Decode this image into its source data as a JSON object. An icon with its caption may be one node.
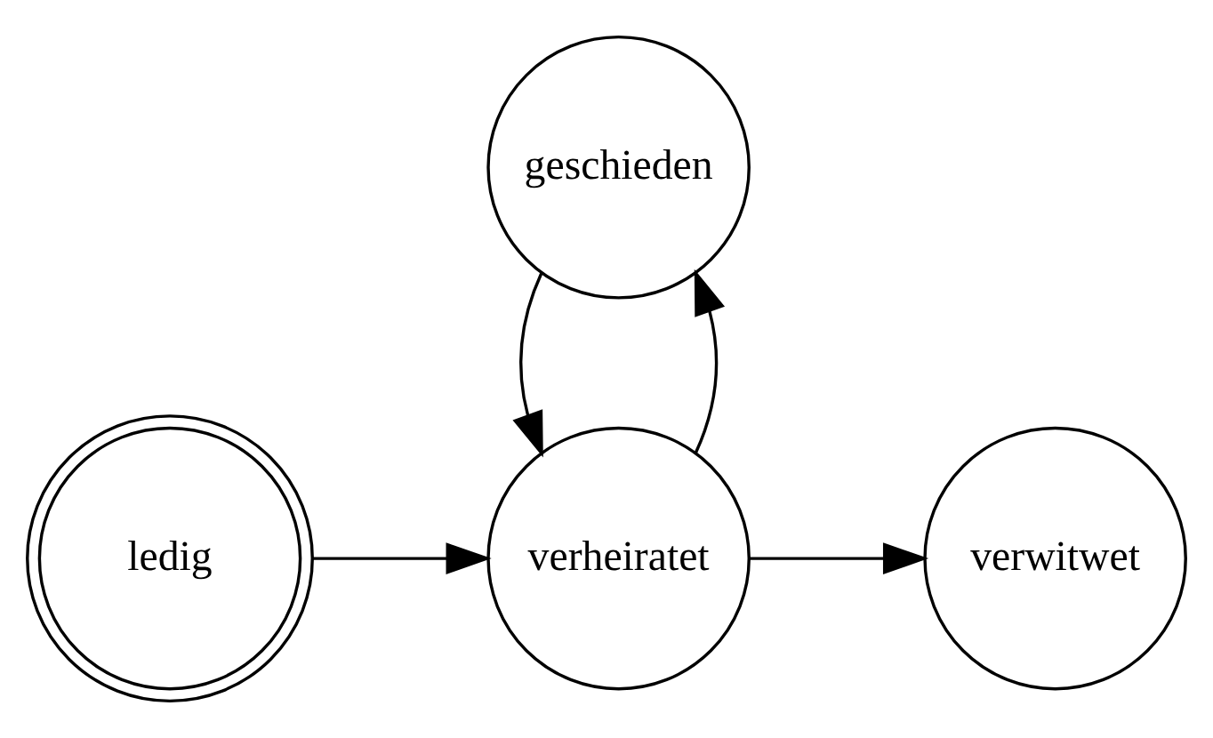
{
  "diagram": {
    "nodes": [
      {
        "text": [
          "ledig"
        ]
      },
      {
        "text": [
          "verheiratet"
        ]
      },
      {
        "text": [
          "verwitwet"
        ]
      },
      {
        "text": [
          "geschieden"
        ]
      }
    ],
    "edges": [
      {
        "from": 0,
        "to": 1,
        "arrow": "to"
      },
      {
        "from": 1,
        "to": 2,
        "arrow": "to"
      },
      {
        "from": 1,
        "to": 3,
        "arrow": "to"
      },
      {
        "from": 3,
        "to": 1,
        "arrow": "to"
      }
    ]
  }
}
